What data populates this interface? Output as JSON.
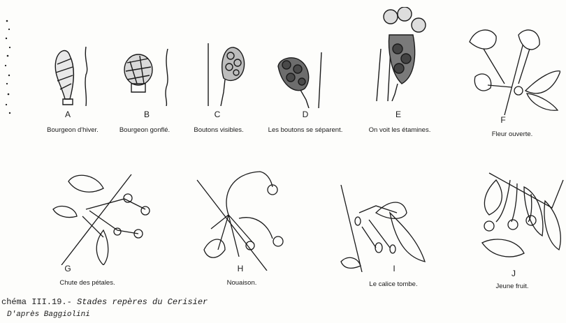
{
  "stages": [
    {
      "letter": "A",
      "caption": "Bourgeon d'hiver."
    },
    {
      "letter": "B",
      "caption": "Bourgeon gonflé."
    },
    {
      "letter": "C",
      "caption": "Boutons visibles."
    },
    {
      "letter": "D",
      "caption": "Les boutons se séparent."
    },
    {
      "letter": "E",
      "caption": "On voit les étamines."
    },
    {
      "letter": "F",
      "caption": "Fleur ouverte."
    },
    {
      "letter": "G",
      "caption": "Chute des pétales."
    },
    {
      "letter": "H",
      "caption": "Nouaison."
    },
    {
      "letter": "I",
      "caption": "Le calice tombe."
    },
    {
      "letter": "J",
      "caption": "Jeune fruit."
    }
  ],
  "footer": {
    "prefix": "chéma III.19.- ",
    "title": "Stades repères du Cerisier",
    "credit": "D'après Baggiolini"
  }
}
